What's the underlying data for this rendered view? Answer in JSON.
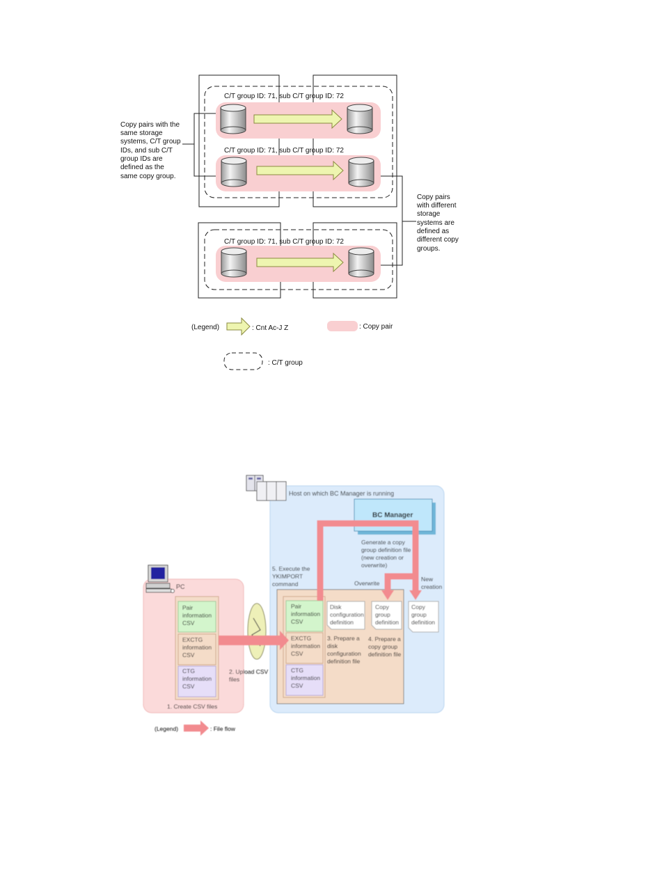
{
  "figure1": {
    "ct_groups": [
      {
        "label": "C/T group ID: 71, sub C/T group ID: 72"
      },
      {
        "label": "C/T group ID: 71, sub C/T group ID: 72"
      },
      {
        "label": "C/T group ID: 71, sub C/T group ID: 72"
      }
    ],
    "left_note": [
      "Copy pairs with the",
      "same storage",
      "systems, C/T group",
      "IDs, and sub C/T",
      "group IDs are",
      "defined as the",
      "same copy group."
    ],
    "right_note": [
      "Copy pairs",
      "with different",
      "storage",
      "systems are",
      "defined as",
      "different copy",
      "groups."
    ],
    "legend": {
      "title": "(Legend)",
      "arrow_label": ": Cnt Ac-J Z",
      "pair_label": ": Copy pair",
      "group_label": ": C/T group"
    },
    "colors": {
      "pair": "#f9cfd1",
      "arrow": "#eef5b0",
      "arrow_stroke": "#8a8a40"
    }
  },
  "figure2": {
    "host_label": "Host on which BC Manager is running",
    "bc_manager": "BC Manager",
    "generate_note": [
      "Generate a copy",
      "group definition file",
      "(new creation or",
      "overwrite)"
    ],
    "execute_note": [
      "5. Execute the",
      "YKIMPORT",
      "command"
    ],
    "overwrite": "Overwrite",
    "new_creation": [
      "New",
      "creation"
    ],
    "pc_label": "PC",
    "pc_files": [
      [
        "Pair",
        "information",
        "CSV"
      ],
      [
        "EXCTG",
        "information",
        "CSV"
      ],
      [
        "CTG",
        "information",
        "CSV"
      ]
    ],
    "host_files": [
      [
        "Pair",
        "information",
        "CSV"
      ],
      [
        "EXCTG",
        "information",
        "CSV"
      ],
      [
        "CTG",
        "information",
        "CSV"
      ]
    ],
    "disk_def": [
      "Disk",
      "configuration",
      "definition"
    ],
    "copy_def_1": [
      "Copy",
      "group",
      "definition"
    ],
    "copy_def_2": [
      "Copy",
      "group",
      "definition"
    ],
    "step3": [
      "3. Prepare a",
      "disk",
      "configuration",
      "definition file"
    ],
    "step4": [
      "4. Prepare a",
      "copy group",
      "definition file"
    ],
    "step2": [
      "2. Upload CSV",
      "files"
    ],
    "step1": "1. Create CSV files",
    "legend": {
      "title": "(Legend)",
      "label": ": File flow"
    },
    "colors": {
      "host_bg": "#dcebfb",
      "pc_bg": "#fbdada",
      "flow": "#f28b8f",
      "bc": "#bfe7fb"
    }
  }
}
